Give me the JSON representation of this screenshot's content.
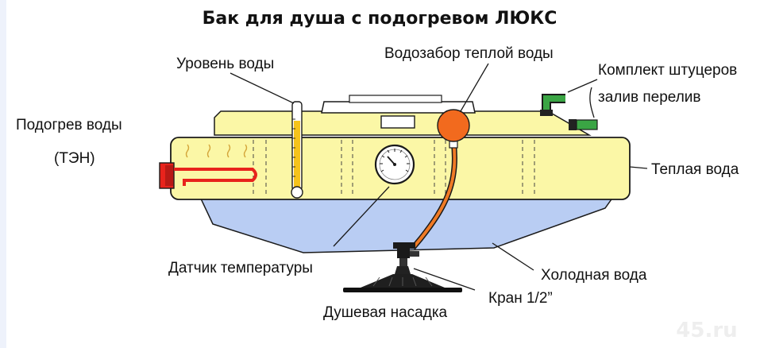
{
  "title": "Бак для душа с подогревом ЛЮКС",
  "labels": {
    "water_level": "Уровень воды",
    "warm_intake": "Водозабор теплой воды",
    "fittings_kit": "Комплект штуцеров",
    "inlet_overflow": "залив перелив",
    "heater": "Подогрев воды",
    "heater_sub": "(ТЭН)",
    "warm_water": "Теплая вода",
    "temp_sensor": "Датчик температуры",
    "cold_water": "Холодная вода",
    "valve": "Кран 1/2”",
    "shower_head": "Душевая насадка"
  },
  "watermark": "45.ru",
  "colors": {
    "warm_water": "#fbf7a6",
    "cold_water": "#b9cdf3",
    "outline": "#1a1a1a",
    "heater_element": "#e8231c",
    "intake_ball": "#f26a1e",
    "fitting": "#3aa544"
  }
}
